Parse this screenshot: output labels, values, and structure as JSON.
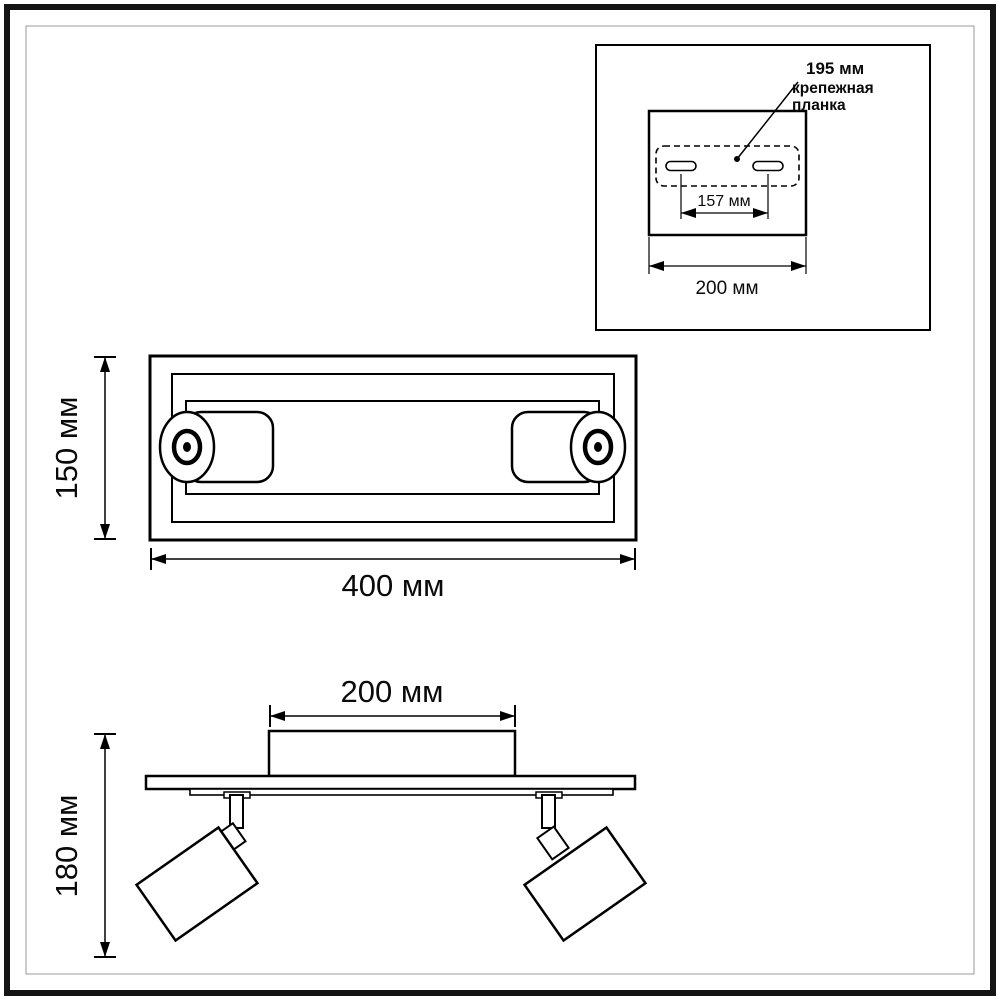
{
  "diagram": {
    "inset": {
      "dim_plate_offset": "195 мм",
      "plate_label_line1": "крепежная",
      "plate_label_line2": "планка",
      "dim_slot_spacing": "157 мм",
      "dim_plate_width": "200 мм"
    },
    "top_view": {
      "dim_height": "150 мм",
      "dim_width": "400 мм"
    },
    "side_view": {
      "dim_canopy_width": "200 мм",
      "dim_height": "180 мм"
    }
  }
}
